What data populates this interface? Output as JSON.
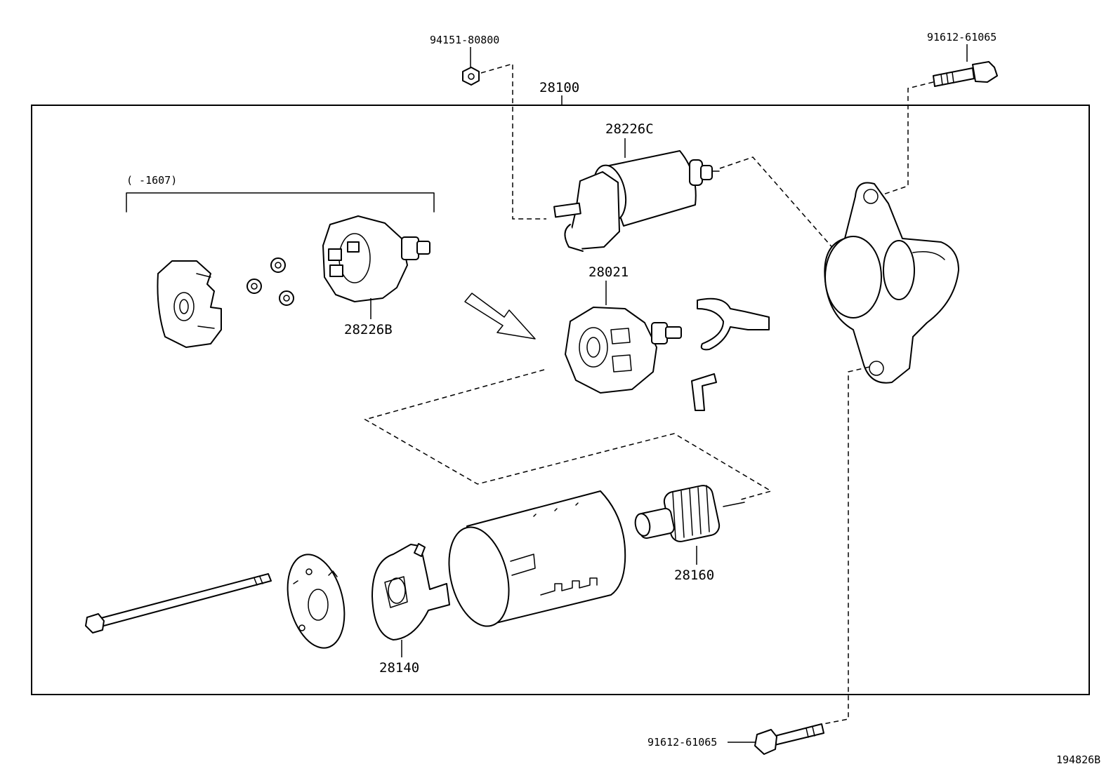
{
  "diagram": {
    "assembly_label": "28100",
    "date_range_label": "(    -1607)",
    "footer_code": "194826B",
    "callouts": {
      "nut_top": "94151-80800",
      "bolt_top": "91612-61065",
      "bolt_bottom": "91612-61065",
      "solenoid": "28226C",
      "brush_holder_kit": "28226B",
      "brush_holder": "28021",
      "armature": "28160",
      "end_frame": "28140"
    }
  }
}
